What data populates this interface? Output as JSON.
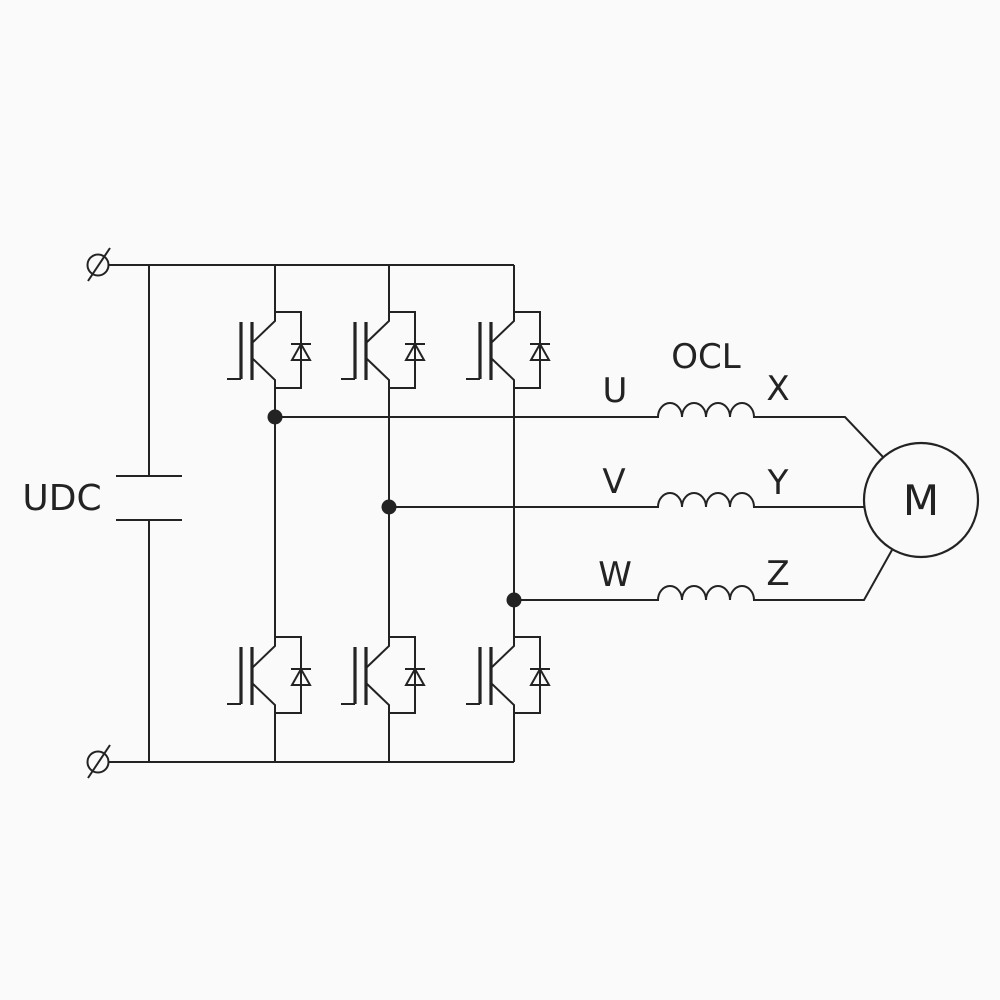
{
  "labels": {
    "dc_source": "UDC",
    "output_choke": "OCL",
    "phase_u": "U",
    "phase_v": "V",
    "phase_w": "W",
    "terminal_x": "X",
    "terminal_y": "Y",
    "terminal_z": "Z",
    "motor": "M"
  },
  "colors": {
    "background": "#fafafa",
    "line": "#232323",
    "text": "#232323"
  }
}
